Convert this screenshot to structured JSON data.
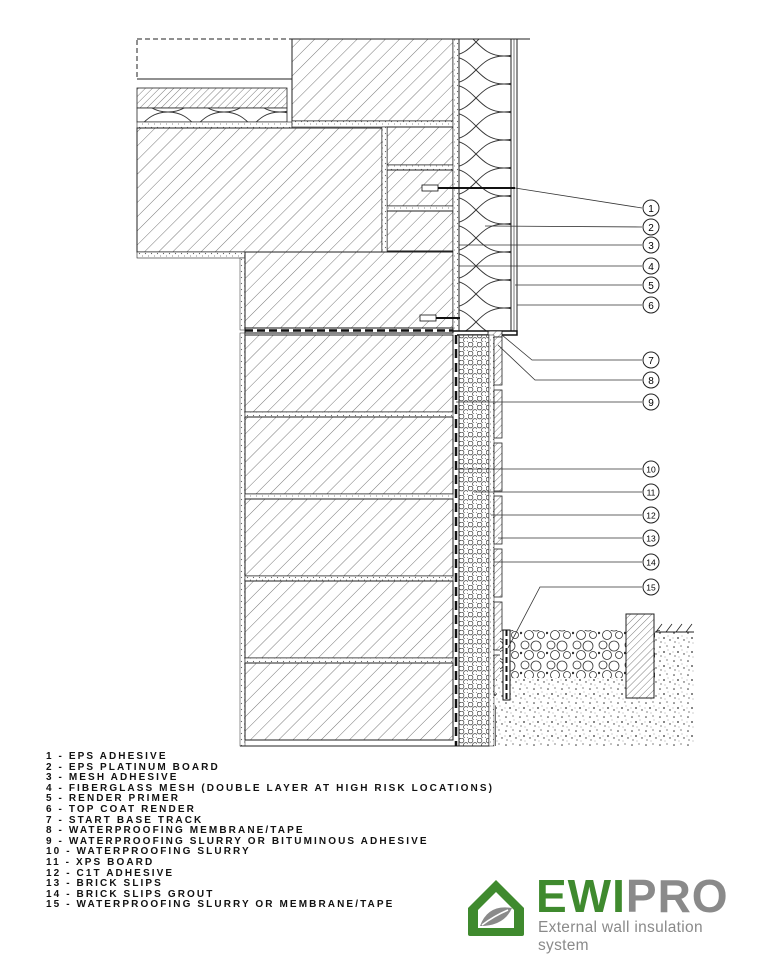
{
  "diagram": {
    "callouts": [
      "1",
      "2",
      "3",
      "4",
      "5",
      "6",
      "7",
      "8",
      "9",
      "10",
      "11",
      "12",
      "13",
      "14",
      "15"
    ]
  },
  "legend": [
    "1 - EPS ADHESIVE",
    "2 - EPS PLATINUM BOARD",
    "3 - MESH ADHESIVE",
    "4 - FIBERGLASS MESH (DOUBLE LAYER AT HIGH RISK LOCATIONS)",
    "5 - RENDER PRIMER",
    "6 - TOP COAT RENDER",
    "7 - START BASE TRACK",
    "8 - WATERPROOFING MEMBRANE/TAPE",
    "9 - WATERPROOFING SLURRY OR BITUMINOUS ADHESIVE",
    "10 - WATERPROOFING SLURRY",
    "11 - XPS BOARD",
    "12 - C1T ADHESIVE",
    "13 - BRICK SLIPS",
    "14 - BRICK SLIPS GROUT",
    "15 - WATERPROOFING SLURRY OR MEMBRANE/TAPE"
  ],
  "brand": {
    "name_part1": "EWI",
    "name_part2": "PRO",
    "tagline": "External wall insulation system",
    "colors": {
      "green": "#3f8a2e",
      "grey": "#8a8a8a"
    },
    "logo_icon": "house-roof-leaf-icon"
  }
}
